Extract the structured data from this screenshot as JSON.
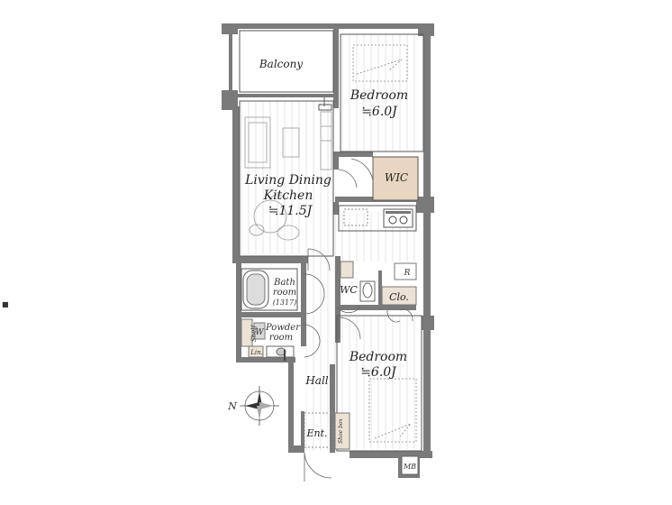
{
  "rooms": {
    "balcony": "Balcony",
    "bedroom_top": {
      "name": "Bedroom",
      "size": "≒6.0J"
    },
    "ldk": {
      "line1": "Living Dining",
      "line2": "Kitchen",
      "size": "≒11.5J"
    },
    "wic": "WIC",
    "bath": {
      "line1": "Bath",
      "line2": "room",
      "code": "(1317)"
    },
    "wc": "WC",
    "closet": "Clo.",
    "refrigerator": "R",
    "powder": {
      "line1": "Powder",
      "line2": "room"
    },
    "shelf": "Shelf",
    "washer": "W",
    "linen": "Lin.",
    "bedroom_bottom": {
      "name": "Bedroom",
      "size": "≒6.0J"
    },
    "hall": "Hall",
    "entrance": "Ent.",
    "shoe_box": "Shoe box",
    "mb": "MB",
    "compass_n": "N",
    "stray_mark": "■"
  },
  "colors": {
    "wall": "#7a7a7a",
    "floor_line": "#e4e4e4",
    "wic_fill": "#e8d6c0",
    "storage_fill": "#ece2d6",
    "line": "#555555"
  }
}
